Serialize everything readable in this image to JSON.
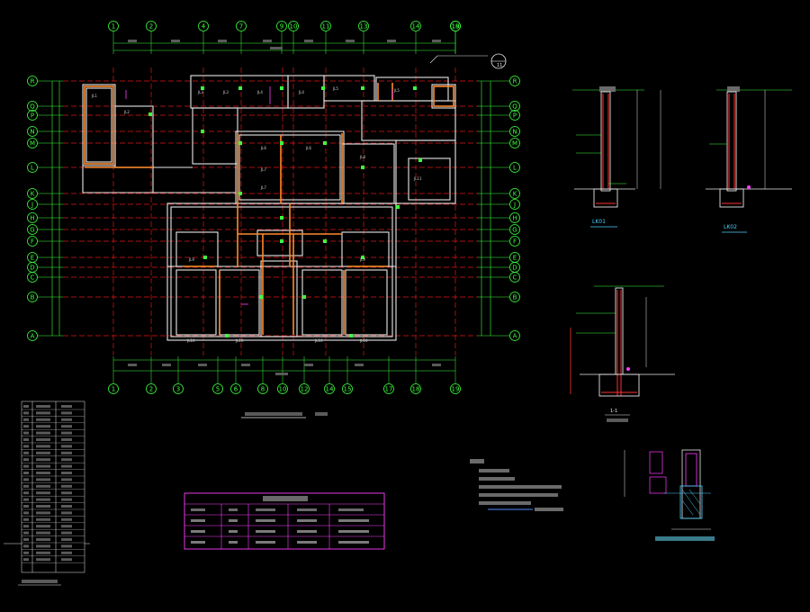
{
  "plan": {
    "top_axes": [
      "1",
      "2",
      "4",
      "7",
      "9",
      "10",
      "11",
      "13",
      "14",
      "18",
      "19"
    ],
    "bottom_axes": [
      "1",
      "2",
      "3",
      "5",
      "6",
      "8",
      "10",
      "12",
      "14",
      "15",
      "17",
      "18",
      "19"
    ],
    "left_axes": [
      "R",
      "Q",
      "P",
      "N",
      "M",
      "L",
      "K",
      "J",
      "H",
      "G",
      "F",
      "E",
      "D",
      "C",
      "B",
      "A"
    ],
    "right_axes": [
      "R",
      "Q",
      "P",
      "N",
      "M",
      "L",
      "K",
      "J",
      "H",
      "G",
      "F",
      "E",
      "D",
      "C",
      "B",
      "A"
    ],
    "note_ref": "11"
  },
  "details": {
    "lk01": "LK01",
    "lk02": "LK02",
    "sec_label": "1-1"
  },
  "table_rows": [
    "1",
    "2",
    "3"
  ]
}
